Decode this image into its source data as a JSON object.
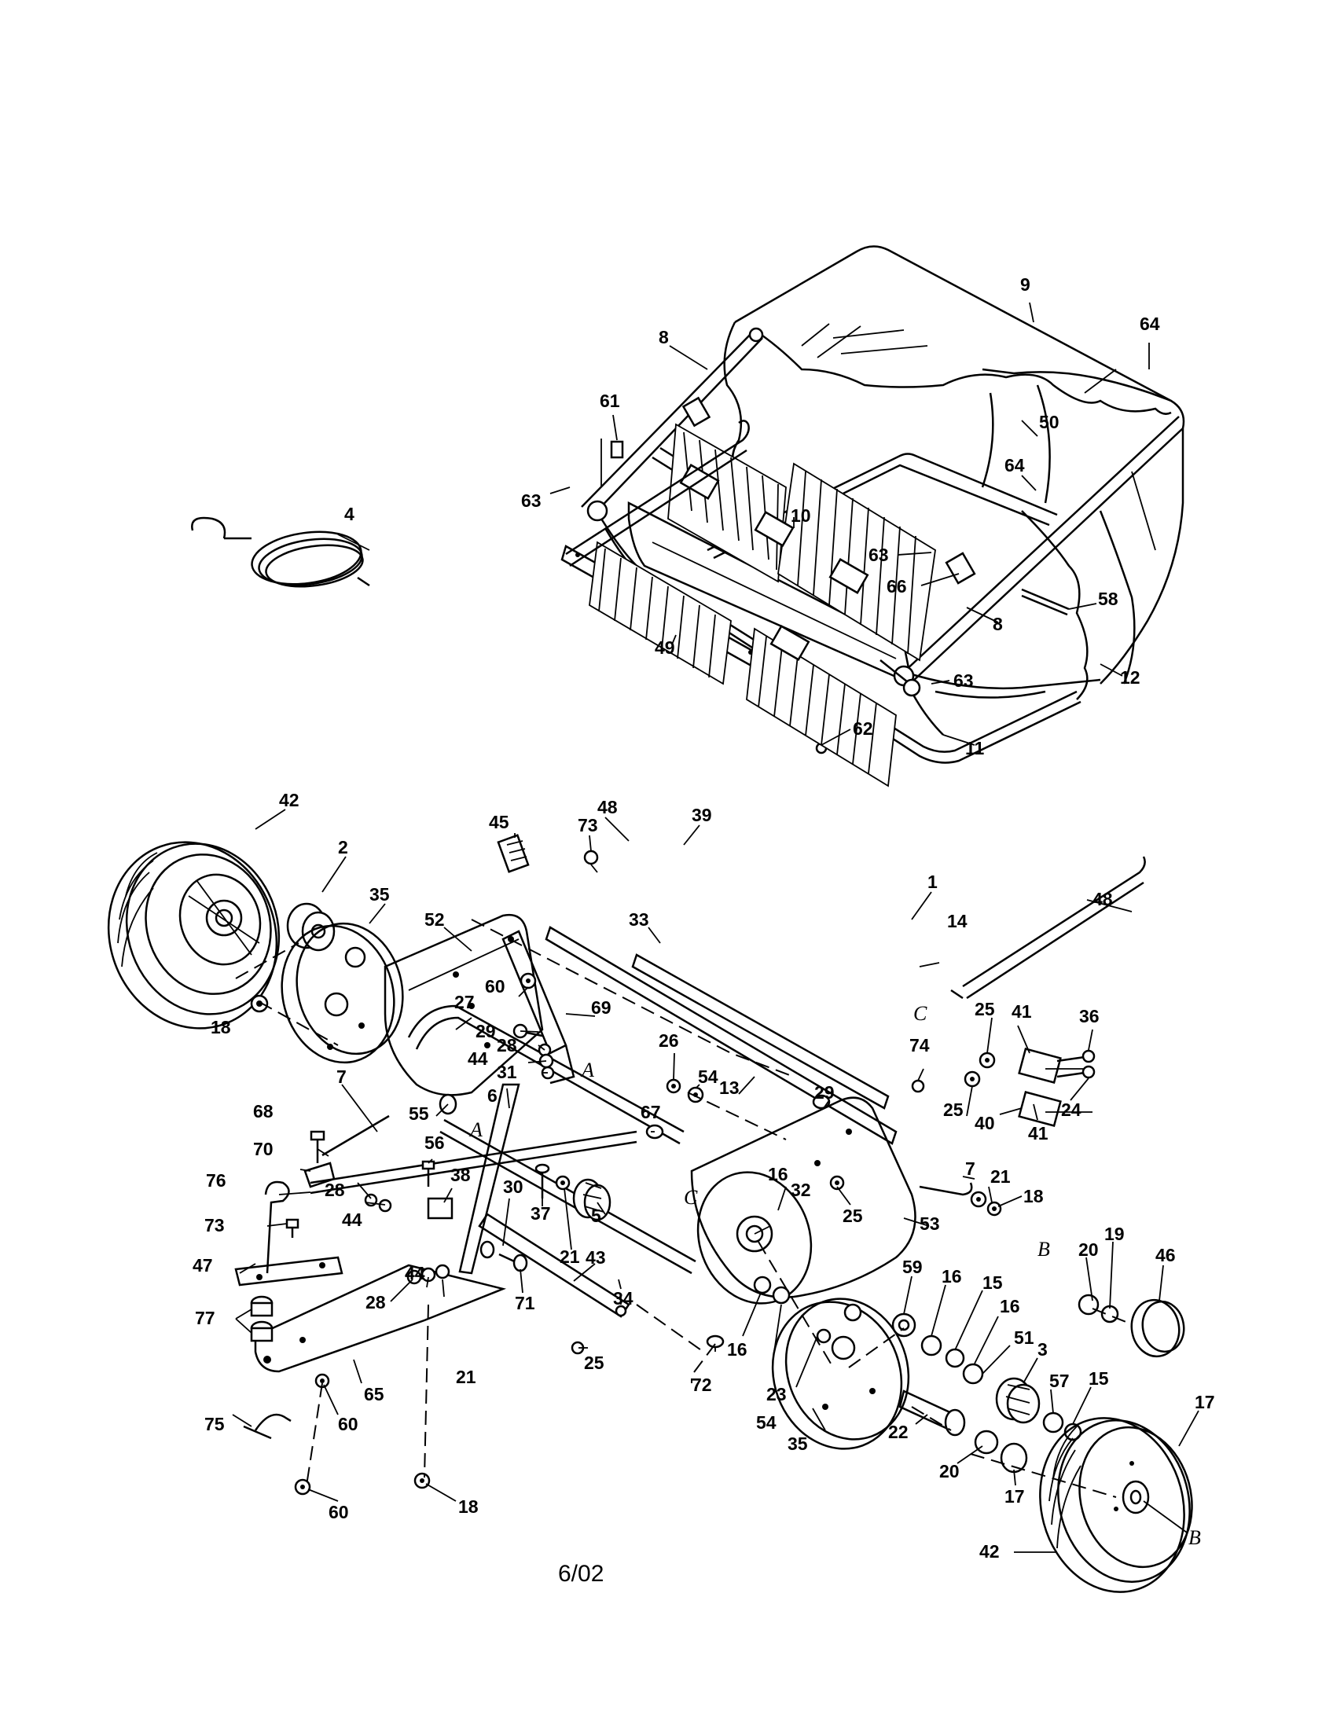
{
  "labels": {
    "n1": "1",
    "n2": "2",
    "n3": "3",
    "n4": "4",
    "n5": "5",
    "n6": "6",
    "n7a": "7",
    "n7b": "7",
    "n8a": "8",
    "n8b": "8",
    "n9": "9",
    "n10": "10",
    "n11": "11",
    "n12": "12",
    "n13": "13",
    "n14": "14",
    "n15a": "15",
    "n15b": "15",
    "n16a": "16",
    "n16b": "16",
    "n16c": "16",
    "n16d": "16",
    "n17a": "17",
    "n17b": "17",
    "n18a": "18",
    "n18b": "18",
    "n18c": "18",
    "n19": "19",
    "n20a": "20",
    "n20b": "20",
    "n21a": "21",
    "n21b": "21",
    "n21c": "21",
    "n22": "22",
    "n23": "23",
    "n24": "24",
    "n25a": "25",
    "n25b": "25",
    "n25c": "25",
    "n25d": "25",
    "n26": "26",
    "n27": "27",
    "n28a": "28",
    "n28b": "28",
    "n28c": "28",
    "n29a": "29",
    "n29b": "29",
    "n30": "30",
    "n31": "31",
    "n32": "32",
    "n33": "33",
    "n34": "34",
    "n35a": "35",
    "n35b": "35",
    "n36": "36",
    "n37": "37",
    "n38": "38",
    "n39": "39",
    "n40": "40",
    "n41a": "41",
    "n41b": "41",
    "n42a": "42",
    "n42b": "42",
    "n43": "43",
    "n44a": "44",
    "n44b": "44",
    "n44c": "44",
    "n45": "45",
    "n46": "46",
    "n47": "47",
    "n48a": "48",
    "n48b": "48",
    "n49": "49",
    "n50": "50",
    "n51": "51",
    "n52": "52",
    "n53": "53",
    "n54a": "54",
    "n54b": "54",
    "n55": "55",
    "n56": "56",
    "n57": "57",
    "n58": "58",
    "n59": "59",
    "n60a": "60",
    "n60b": "60",
    "n60c": "60",
    "n61": "61",
    "n62": "62",
    "n63a": "63",
    "n63b": "63",
    "n63c": "63",
    "n64a": "64",
    "n64b": "64",
    "n65": "65",
    "n66": "66",
    "n67": "67",
    "n68": "68",
    "n69": "69",
    "n70": "70",
    "n71": "71",
    "n72": "72",
    "n73a": "73",
    "n73b": "73",
    "n74": "74",
    "n75": "75",
    "n76": "76",
    "n77": "77"
  },
  "letters": {
    "A1": "A",
    "A2": "A",
    "B1": "B",
    "B2": "B",
    "C1": "C",
    "C2": "C"
  },
  "footer": {
    "date": "6/02"
  }
}
